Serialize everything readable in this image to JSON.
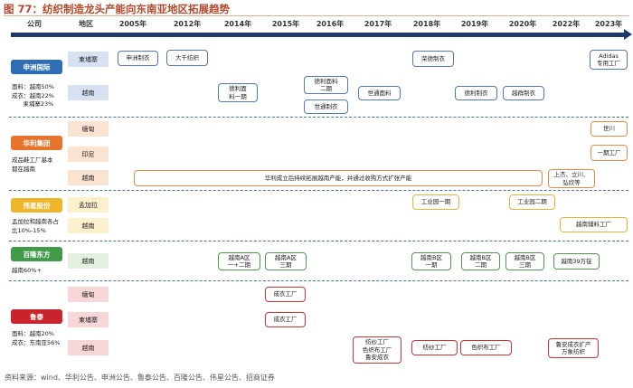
{
  "title": "图 77：纺织制造龙头产能向东南亚地区拓展趋势",
  "header": {
    "company": "公司",
    "region": "地区",
    "years": [
      "2005年",
      "2012年",
      "2014年",
      "2015年",
      "2016年",
      "2017年",
      "2018年",
      "2019年",
      "2020年",
      "2022年",
      "2023年"
    ]
  },
  "companies": [
    {
      "name": "申洲国际",
      "color": "#2f6eb5",
      "note": "面料：越南50%\n成衣：越南22%\n      柬埔寨23%",
      "regions": [
        {
          "label": "柬埔寨",
          "bg": "#d6e2f4"
        },
        {
          "label": "越南",
          "bg": "#d6e2f4"
        }
      ],
      "events": [
        {
          "text": "申洲制衣",
          "style": "blue"
        },
        {
          "text": "大千纺织",
          "style": "blue"
        },
        {
          "text": "荣德制衣",
          "style": "blue"
        },
        {
          "text": "Adidas\n专用工厂",
          "style": "blue"
        },
        {
          "text": "德利面\n料一期",
          "style": "blue"
        },
        {
          "text": "德利面料\n二期",
          "style": "blue"
        },
        {
          "text": "世通制衣",
          "style": "blue"
        },
        {
          "text": "世通面料",
          "style": "blue"
        },
        {
          "text": "德利制衣",
          "style": "blue"
        },
        {
          "text": "越群制衣",
          "style": "blue"
        }
      ]
    },
    {
      "name": "华利集团",
      "color": "#e8732d",
      "note": "成品鞋工厂基本\n都在越南",
      "regions": [
        {
          "label": "缅甸",
          "bg": "#fbe3d2"
        },
        {
          "label": "印尼",
          "bg": "#fbe3d2"
        },
        {
          "label": "越南",
          "bg": "#fbe3d2"
        }
      ],
      "events": [
        {
          "text": "世川",
          "style": "orange"
        },
        {
          "text": "一期工厂",
          "style": "orange"
        },
        {
          "text": "华利成立后持续拓展越南产能，并通过收购方式扩张产能",
          "style": "orange"
        },
        {
          "text": "上杰、立川、\n弘欣等",
          "style": "orange"
        }
      ]
    },
    {
      "name": "伟星股份",
      "color": "#f0b52a",
      "note": "孟加拉和越南各占\n比10%-15%",
      "regions": [
        {
          "label": "孟加拉",
          "bg": "#fdf0cc"
        },
        {
          "label": "越南",
          "bg": "#fdf0cc"
        }
      ],
      "events": [
        {
          "text": "工业园一期",
          "style": "yellow"
        },
        {
          "text": "工业园二期",
          "style": "yellow"
        },
        {
          "text": "越南辅料工厂",
          "style": "yellow"
        }
      ]
    },
    {
      "name": "百隆东方",
      "color": "#3f9a4a",
      "note": "越南60%+",
      "regions": [
        {
          "label": "越南",
          "bg": "#e3f0dd"
        }
      ],
      "events": [
        {
          "text": "越南A区\n一+二期",
          "style": "green"
        },
        {
          "text": "越南A区\n三期",
          "style": "green"
        },
        {
          "text": "越南B区\n一期",
          "style": "green"
        },
        {
          "text": "越南B区\n二期",
          "style": "green"
        },
        {
          "text": "越南B区\n三期",
          "style": "green"
        },
        {
          "text": "越南39万锭",
          "style": "green"
        }
      ]
    },
    {
      "name": "鲁泰",
      "color": "#c9242b",
      "note": "面料：越南20%\n成衣：东南亚56%",
      "regions": [
        {
          "label": "缅甸",
          "bg": "#f6d6d6"
        },
        {
          "label": "柬埔寨",
          "bg": "#f6d6d6"
        },
        {
          "label": "越南",
          "bg": "#f6d6d6"
        }
      ],
      "events": [
        {
          "text": "成衣工厂",
          "style": "red"
        },
        {
          "text": "成衣工厂",
          "style": "red"
        },
        {
          "text": "纺纱工厂\n色织布工厂\n鲁安成衣",
          "style": "red"
        },
        {
          "text": "纺纱工厂",
          "style": "red"
        },
        {
          "text": "色织布工厂",
          "style": "red"
        },
        {
          "text": "鲁安成衣扩产\n万象纺织",
          "style": "red"
        }
      ]
    }
  ],
  "source": "资料来源：wind、华利公告、申洲公告、鲁泰公告、百隆公告、伟星公告、招商证券"
}
